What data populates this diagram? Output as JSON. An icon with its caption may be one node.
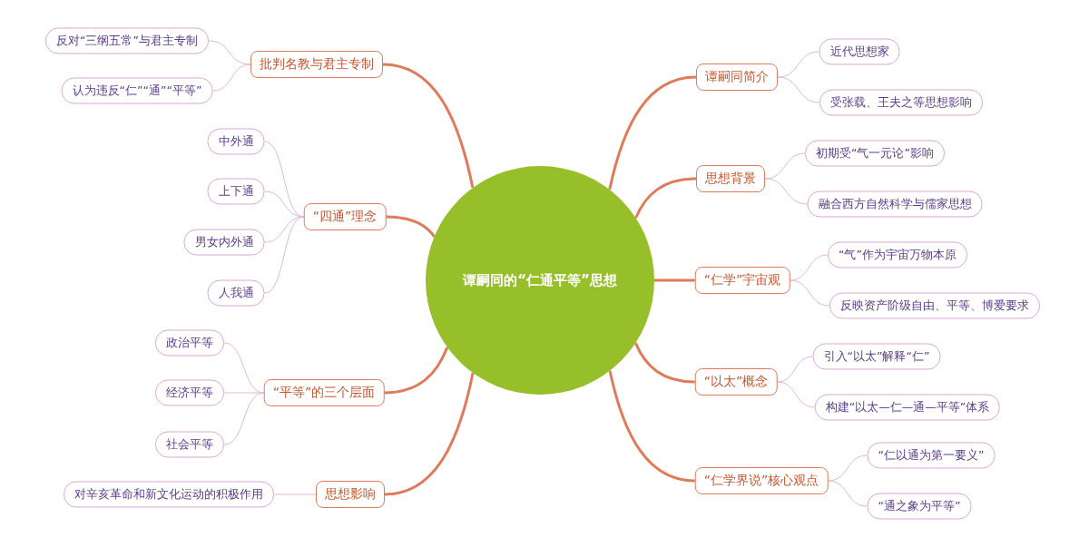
{
  "diagram": {
    "nodes": [
      {
        "text": [
          "谭嗣同的“仁通平等”思想"
        ]
      },
      {
        "text": [
          "谭嗣同简介"
        ]
      },
      {
        "text": [
          "近代思想家"
        ]
      },
      {
        "text": [
          "受张载、王夫之等思想影响"
        ]
      },
      {
        "text": [
          "思想背景"
        ]
      },
      {
        "text": [
          "初期受“气一元论”影响"
        ]
      },
      {
        "text": [
          "融合西方自然科学与儒家思想"
        ]
      },
      {
        "text": [
          "“仁学”宇宙观"
        ]
      },
      {
        "text": [
          "“气”作为宇宙万物本原"
        ]
      },
      {
        "text": [
          "反映资产阶级自由、平等、博爱要求"
        ]
      },
      {
        "text": [
          "“以太”概念"
        ]
      },
      {
        "text": [
          "引入“以太”解释“仁”"
        ]
      },
      {
        "text": [
          "构建“以太—仁—通—平等”体系"
        ]
      },
      {
        "text": [
          "“仁学界说”核心观点"
        ]
      },
      {
        "text": [
          "“仁以通为第一要义”"
        ]
      },
      {
        "text": [
          "“通之象为平等”"
        ]
      },
      {
        "text": [
          "批判名教与君主专制"
        ]
      },
      {
        "text": [
          "反对“三纲五常”与君主专制"
        ]
      },
      {
        "text": [
          "认为违反“仁”“通”“平等”"
        ]
      },
      {
        "text": [
          "“四通”理念"
        ]
      },
      {
        "text": [
          "中外通"
        ]
      },
      {
        "text": [
          "上下通"
        ]
      },
      {
        "text": [
          "男女内外通"
        ]
      },
      {
        "text": [
          "人我通"
        ]
      },
      {
        "text": [
          "“平等”的三个层面"
        ]
      },
      {
        "text": [
          "政治平等"
        ]
      },
      {
        "text": [
          "经济平等"
        ]
      },
      {
        "text": [
          "社会平等"
        ]
      },
      {
        "text": [
          "思想影响"
        ]
      },
      {
        "text": [
          "对辛亥革命和新文化运动的积极作用"
        ]
      }
    ],
    "edges": [
      {
        "from": 0,
        "to": 1,
        "arrow": "none",
        "style": "thick",
        "color": "#e07b5a"
      },
      {
        "from": 1,
        "to": 2,
        "arrow": "none"
      },
      {
        "from": 1,
        "to": 3,
        "arrow": "none"
      },
      {
        "from": 0,
        "to": 4,
        "arrow": "none",
        "style": "thick",
        "color": "#e07b5a"
      },
      {
        "from": 4,
        "to": 5,
        "arrow": "none"
      },
      {
        "from": 4,
        "to": 6,
        "arrow": "none"
      },
      {
        "from": 0,
        "to": 7,
        "arrow": "none",
        "style": "thick",
        "color": "#e07b5a"
      },
      {
        "from": 7,
        "to": 8,
        "arrow": "none"
      },
      {
        "from": 7,
        "to": 9,
        "arrow": "none"
      },
      {
        "from": 0,
        "to": 10,
        "arrow": "none",
        "style": "thick",
        "color": "#e07b5a"
      },
      {
        "from": 10,
        "to": 11,
        "arrow": "none"
      },
      {
        "from": 10,
        "to": 12,
        "arrow": "none"
      },
      {
        "from": 0,
        "to": 13,
        "arrow": "none",
        "style": "thick",
        "color": "#e07b5a"
      },
      {
        "from": 13,
        "to": 14,
        "arrow": "none"
      },
      {
        "from": 13,
        "to": 15,
        "arrow": "none"
      },
      {
        "from": 0,
        "to": 16,
        "arrow": "none",
        "style": "thick",
        "color": "#e07b5a"
      },
      {
        "from": 16,
        "to": 17,
        "arrow": "none"
      },
      {
        "from": 16,
        "to": 18,
        "arrow": "none"
      },
      {
        "from": 0,
        "to": 19,
        "arrow": "none",
        "style": "thick",
        "color": "#e07b5a"
      },
      {
        "from": 19,
        "to": 20,
        "arrow": "none"
      },
      {
        "from": 19,
        "to": 21,
        "arrow": "none"
      },
      {
        "from": 19,
        "to": 22,
        "arrow": "none"
      },
      {
        "from": 19,
        "to": 23,
        "arrow": "none"
      },
      {
        "from": 0,
        "to": 24,
        "arrow": "none",
        "style": "thick",
        "color": "#e07b5a"
      },
      {
        "from": 24,
        "to": 25,
        "arrow": "none"
      },
      {
        "from": 24,
        "to": 26,
        "arrow": "none"
      },
      {
        "from": 24,
        "to": 27,
        "arrow": "none"
      },
      {
        "from": 0,
        "to": 28,
        "arrow": "none",
        "style": "thick",
        "color": "#e07b5a"
      },
      {
        "from": 28,
        "to": 29,
        "arrow": "none"
      }
    ]
  }
}
